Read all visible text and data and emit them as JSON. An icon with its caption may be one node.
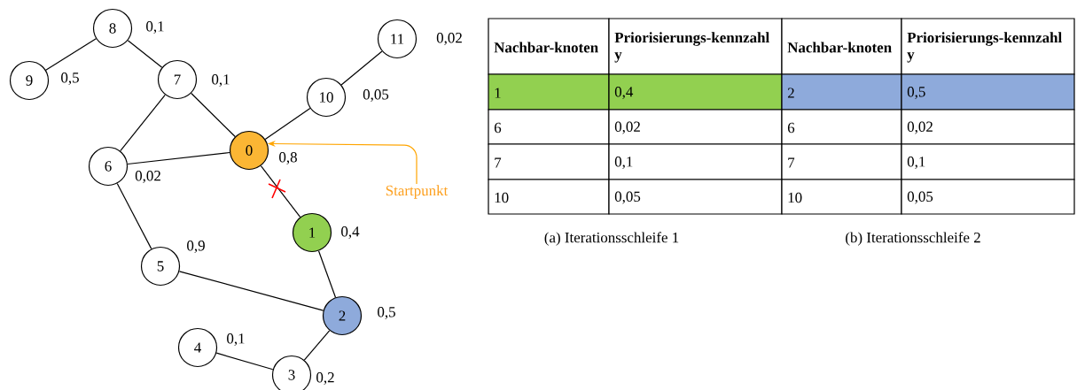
{
  "diagram": {
    "nodes": [
      {
        "text": [
          "0"
        ],
        "beside": [
          "0,8"
        ]
      },
      {
        "text": [
          "1"
        ],
        "beside": [
          "0,4"
        ]
      },
      {
        "text": [
          "2"
        ],
        "beside": [
          "0,5"
        ]
      },
      {
        "text": [
          "3"
        ],
        "beside": [
          "0,2"
        ]
      },
      {
        "text": [
          "4"
        ],
        "beside": [
          "0,1"
        ]
      },
      {
        "text": [
          "5"
        ],
        "beside": [
          "0,9"
        ]
      },
      {
        "text": [
          "6"
        ],
        "beside": [
          "0,02"
        ]
      },
      {
        "text": [
          "7"
        ],
        "beside": [
          "0,1"
        ]
      },
      {
        "text": [
          "8"
        ],
        "beside": [
          "0,1"
        ]
      },
      {
        "text": [
          "9"
        ],
        "beside": [
          "0,5"
        ]
      },
      {
        "text": [
          "10"
        ],
        "beside": [
          "0,05"
        ]
      },
      {
        "text": [
          "11"
        ],
        "beside": [
          "0,02"
        ]
      },
      {
        "text": [
          "Startpunkt"
        ]
      }
    ],
    "edges": [
      {
        "from": 8,
        "to": 9,
        "arrow": "none"
      },
      {
        "from": 8,
        "to": 7,
        "arrow": "none"
      },
      {
        "from": 7,
        "to": 0,
        "arrow": "none"
      },
      {
        "from": 7,
        "to": 6,
        "arrow": "none"
      },
      {
        "from": 6,
        "to": 0,
        "arrow": "none"
      },
      {
        "from": 0,
        "to": 10,
        "arrow": "none"
      },
      {
        "from": 10,
        "to": 11,
        "arrow": "none"
      },
      {
        "from": 0,
        "to": 1,
        "arrow": "none"
      },
      {
        "from": 6,
        "to": 5,
        "arrow": "none"
      },
      {
        "from": 5,
        "to": 2,
        "arrow": "none"
      },
      {
        "from": 1,
        "to": 2,
        "arrow": "none"
      },
      {
        "from": 2,
        "to": 3,
        "arrow": "none"
      },
      {
        "from": 3,
        "to": 4,
        "arrow": "none"
      },
      {
        "from": 12,
        "to": 0,
        "arrow": "to",
        "color": "#ffa500"
      }
    ],
    "labels": [
      "Nachbar-knoten",
      "Priorisierungs-kennzahl y",
      "Nachbar-knoten",
      "Priorisierungs-kennzahl y",
      "1",
      "0,4",
      "2",
      "0,5",
      "6",
      "0,02",
      "6",
      "0,02",
      "7",
      "0,1",
      "7",
      "0,1",
      "10",
      "0,05",
      "10",
      "0,05",
      "(a) Iterationsschleife 1",
      "(b) Iterationsschleife 2"
    ]
  }
}
